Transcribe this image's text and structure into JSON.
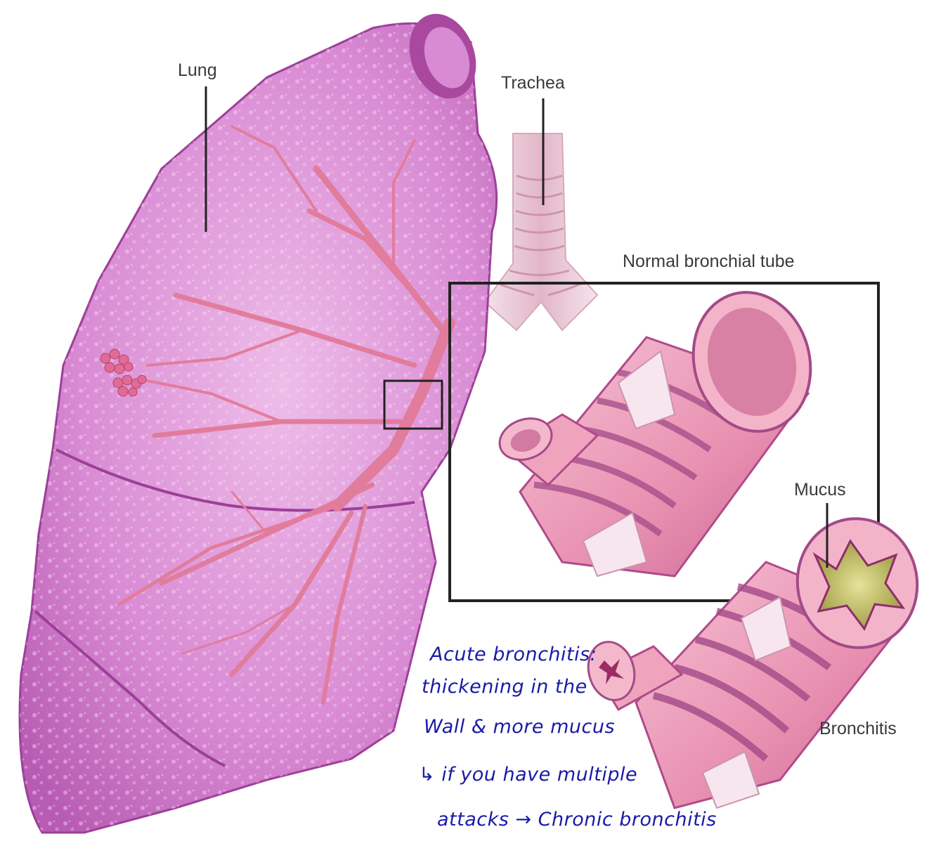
{
  "labels": {
    "lung": "Lung",
    "trachea": "Trachea",
    "normal": "Normal bronchial tube",
    "mucus": "Mucus",
    "bronchitis": "Bronchitis"
  },
  "notes": {
    "line1": "Acute bronchitis:",
    "line2": "thickening in the",
    "line3": "Wall & more mucus",
    "line4_arrow": "↳",
    "line4": "if you have multiple",
    "line5a": "attacks",
    "line5_arrow": "→",
    "line5b": "Chronic bronchitis"
  },
  "colors": {
    "lung_fill": "#d98bd4",
    "lung_shade": "#c266bd",
    "lung_highlight": "#f2d4ef",
    "airway": "#e8899f",
    "tube_pink": "#f0a8c0",
    "tube_band": "#b04a8a",
    "mucus": "#c9c06a",
    "trachea": "#e7c4d3",
    "note_ink": "#1a1aa8",
    "label_text": "#3a3a3a"
  }
}
